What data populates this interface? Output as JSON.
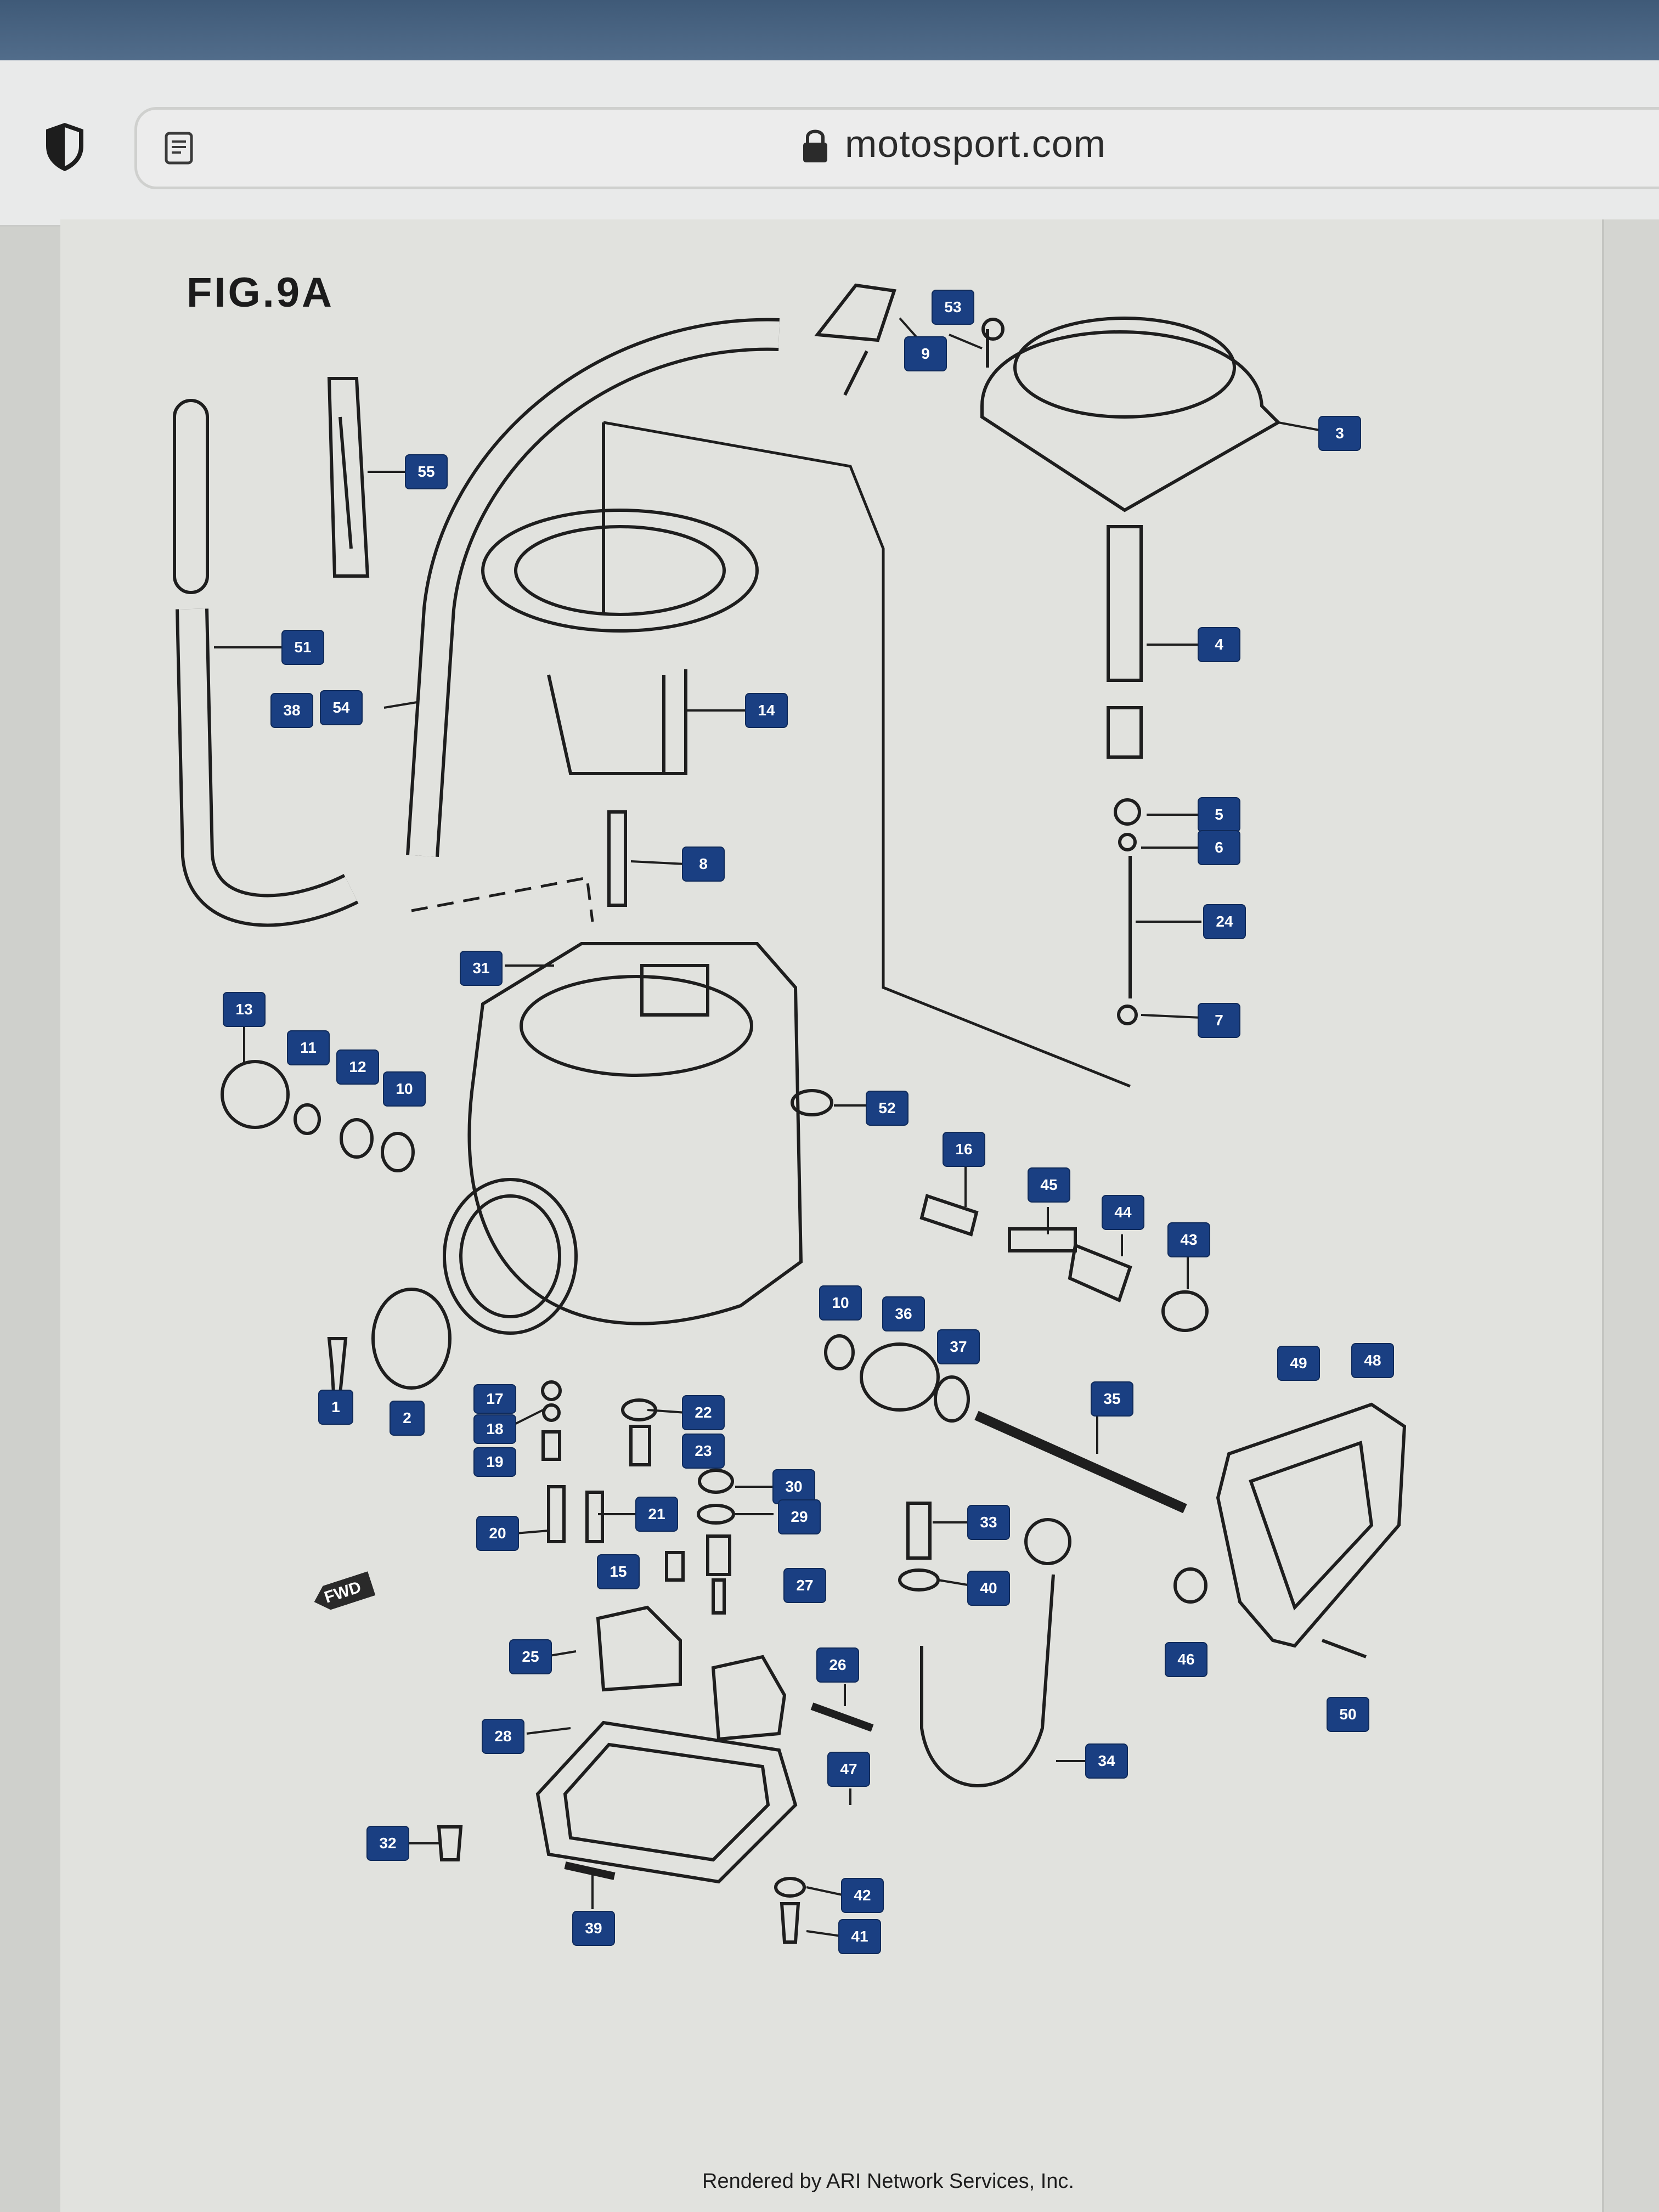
{
  "browser": {
    "url": "motosport.com"
  },
  "figure": {
    "title": "FIG.9A",
    "fwd_label": "FWD",
    "footer": "Rendered by ARI Network Services, Inc.",
    "callouts": [
      "53",
      "9",
      "3",
      "55",
      "51",
      "38",
      "54",
      "14",
      "4",
      "5",
      "6",
      "8",
      "24",
      "31",
      "7",
      "13",
      "11",
      "12",
      "10",
      "52",
      "16",
      "45",
      "44",
      "43",
      "10",
      "36",
      "37",
      "49",
      "48",
      "35",
      "1",
      "2",
      "17",
      "18",
      "19",
      "22",
      "23",
      "30",
      "29",
      "20",
      "21",
      "33",
      "15",
      "27",
      "40",
      "46",
      "50",
      "25",
      "26",
      "28",
      "34",
      "47",
      "32",
      "42",
      "41",
      "39"
    ]
  },
  "colors": {
    "callout_bg": "#1a3f82",
    "line_art": "#1e1e1e"
  }
}
